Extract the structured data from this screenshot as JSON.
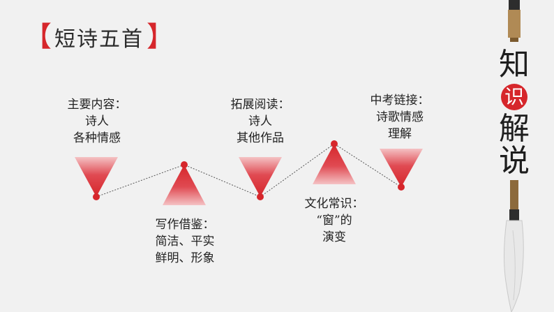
{
  "title": {
    "left_bracket": "【",
    "text": "短诗五首",
    "right_bracket": "】"
  },
  "nodes": [
    {
      "id": "n1",
      "orientation": "down",
      "lines": [
        "主要内容：",
        "诗人",
        "各种情感"
      ]
    },
    {
      "id": "n2",
      "orientation": "up",
      "lines": [
        "写作借鉴：",
        "简洁、平实",
        "鲜明、形象"
      ]
    },
    {
      "id": "n3",
      "orientation": "down",
      "lines": [
        "拓展阅读：",
        "诗人",
        "其他作品"
      ]
    },
    {
      "id": "n4",
      "orientation": "up",
      "lines": [
        "文化常识：",
        "“窗”的",
        "演变"
      ]
    },
    {
      "id": "n5",
      "orientation": "down",
      "lines": [
        "中考链接：",
        "诗歌情感",
        "理解"
      ]
    }
  ],
  "side_title": {
    "chars": [
      "知",
      "识",
      "解",
      "说"
    ]
  },
  "colors": {
    "accent": "#d6262b",
    "background": "#f1f1f1"
  }
}
